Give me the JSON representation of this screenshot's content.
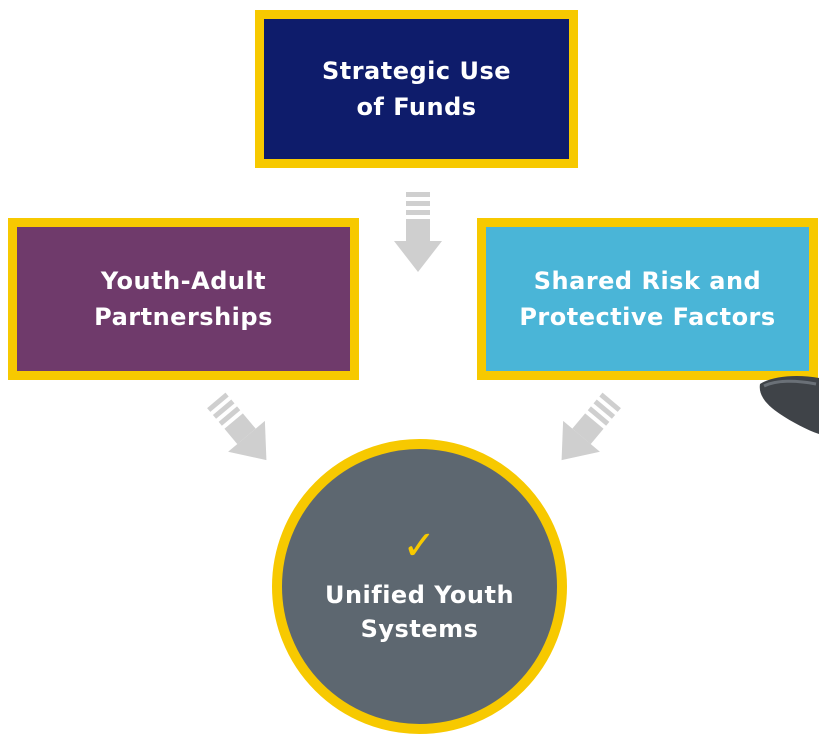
{
  "diagram": {
    "top": {
      "lines": [
        "Strategic Use",
        "of Funds"
      ],
      "color": "#0e1c6b"
    },
    "left": {
      "lines": [
        "Youth-Adult",
        "Partnerships"
      ],
      "color": "#6f3a6b"
    },
    "right": {
      "lines": [
        "Shared Risk and",
        "Protective Factors"
      ],
      "color": "#4ab5d7"
    },
    "center": {
      "icon": "check-icon",
      "lines": [
        "Unified Youth",
        "Systems"
      ],
      "color": "#5d6770"
    },
    "border_color": "#f7c900",
    "arrow_color": "#cfcfcf",
    "icons": [
      "down-arrow-icon",
      "down-right-arrow-icon",
      "down-left-arrow-icon",
      "check-icon"
    ]
  }
}
